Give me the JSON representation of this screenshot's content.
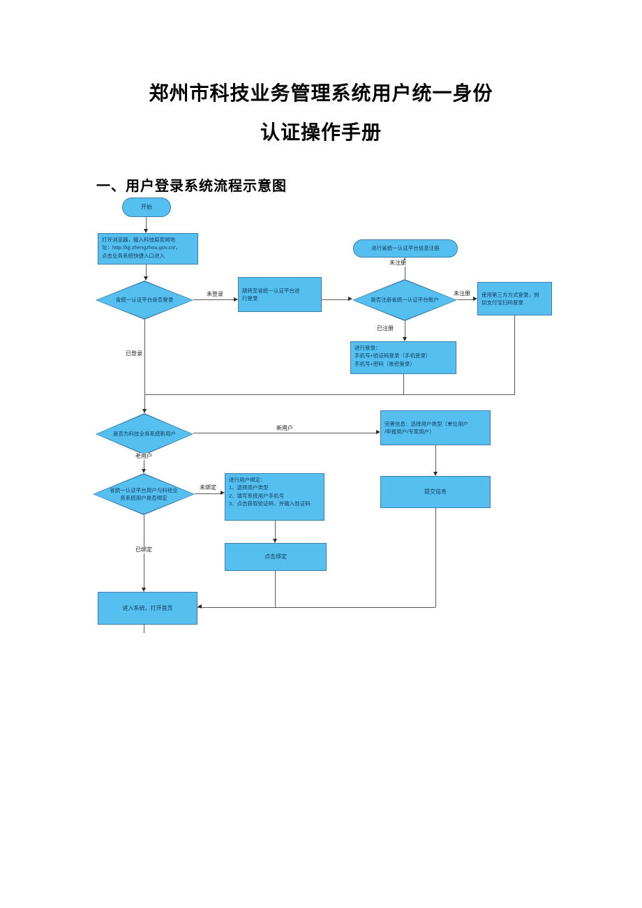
{
  "page": {
    "title_line1": "郑州市科技业务管理系统用户统一身份",
    "title_line2": "认证操作手册",
    "section_heading": "一、用户登录系统流程示意图"
  },
  "colors": {
    "node_fill": "#55C0F0",
    "node_border": "#3C7DB0",
    "node_text": "#123A5E",
    "connector": "#595959"
  },
  "flowchart": {
    "nodes": {
      "start": "开始",
      "open_browser": "打开浏览器，输入科技局官网地\n址：http://kjj.zhengzhou.gov.cn/，\n点击业务系统快捷入口进入",
      "login_check": "省统一认证平台是否登录",
      "jump_login": "跳转至省统一认证平台进\n行登录",
      "register_info": "进行省统一认证平台信息注册",
      "register_check": "是否注册省统一认证平台账户",
      "third_party": "使用第三方方式登录，例\n如支付宝扫码登录",
      "login_methods": "进行登录：\n手机号+验证码登录（手机登录）\n手机号+密码（账密登录）",
      "new_user_check": "是否为科技业务系统新用户",
      "complete_info": "完善信息：选择用户类型（单位用户\n/申报用户/专家用户）",
      "bind_check": "省统一认证平台用户与科技业\n务系统用户是否绑定",
      "bind_steps": "进行用户绑定：\n1、选择用户类型\n2、填写系统用户手机号\n3、点击获取验证码，并输入验证码",
      "submit_info": "提交信息",
      "click_bind": "点击绑定",
      "enter_system": "进入系统，打开首页"
    },
    "labels": {
      "not_logged_in": "未登录",
      "logged_in": "已登录",
      "not_registered_top": "未注册",
      "not_registered_right": "未注册",
      "registered": "已注册",
      "new_user": "新用户",
      "old_user": "老用户",
      "not_bound": "未绑定",
      "bound": "已绑定"
    }
  }
}
